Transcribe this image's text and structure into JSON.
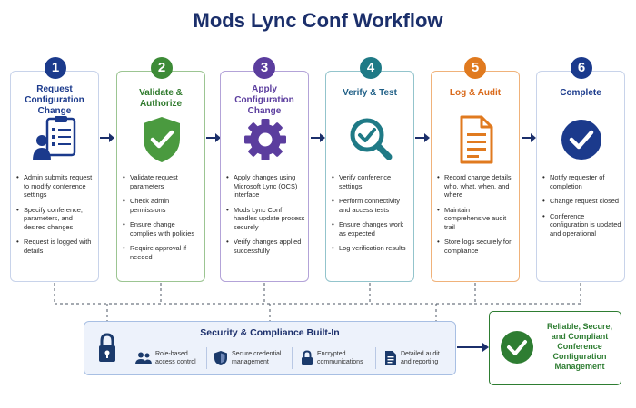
{
  "title": "Mods Lync Conf Workflow",
  "steps": [
    {
      "number": "1",
      "title": "Request Configuration Change",
      "color": "#1b3a8c",
      "icon": "user-clipboard-icon",
      "bullets": [
        "Admin submits request to modify conference settings",
        "Specify conference, parameters, and desired changes",
        "Request is logged with details"
      ]
    },
    {
      "number": "2",
      "title": "Validate & Authorize",
      "color": "#3d8b37",
      "icon": "shield-check-icon",
      "bullets": [
        "Validate request parameters",
        "Check admin permissions",
        "Ensure change complies with policies",
        "Require approval if needed"
      ]
    },
    {
      "number": "3",
      "title": "Apply Configuration Change",
      "color": "#5b3d9e",
      "icon": "gear-icon",
      "bullets": [
        "Apply changes using Microsoft Lync (OCS) interface",
        "Mods Lync Conf handles update process securely",
        "Verify changes applied successfully"
      ]
    },
    {
      "number": "4",
      "title": "Verify & Test",
      "color": "#1f7a86",
      "icon": "magnifier-check-icon",
      "bullets": [
        "Verify conference settings",
        "Perform connectivity and access tests",
        "Ensure changes work as expected",
        "Log verification results"
      ]
    },
    {
      "number": "5",
      "title": "Log & Audit",
      "color": "#e07a1f",
      "icon": "document-icon",
      "bullets": [
        "Record change details: who, what, when, and where",
        "Maintain comprehensive audit trail",
        "Store logs securely for compliance"
      ]
    },
    {
      "number": "6",
      "title": "Complete",
      "color": "#1b3a8c",
      "icon": "check-circle-icon",
      "bullets": [
        "Notify requester of completion",
        "Change request closed",
        "Conference configuration is updated and operational"
      ]
    }
  ],
  "security": {
    "title": "Security & Compliance Built-In",
    "items": [
      {
        "icon": "users-icon",
        "label": "Role-based access control"
      },
      {
        "icon": "shield-icon",
        "label": "Secure credential management"
      },
      {
        "icon": "lock-icon",
        "label": "Encrypted communications"
      },
      {
        "icon": "document-icon",
        "label": "Detailed audit and reporting"
      }
    ]
  },
  "result": {
    "text": "Reliable, Secure, and Compliant Conference Configuration Management",
    "color": "#2e7d32"
  }
}
